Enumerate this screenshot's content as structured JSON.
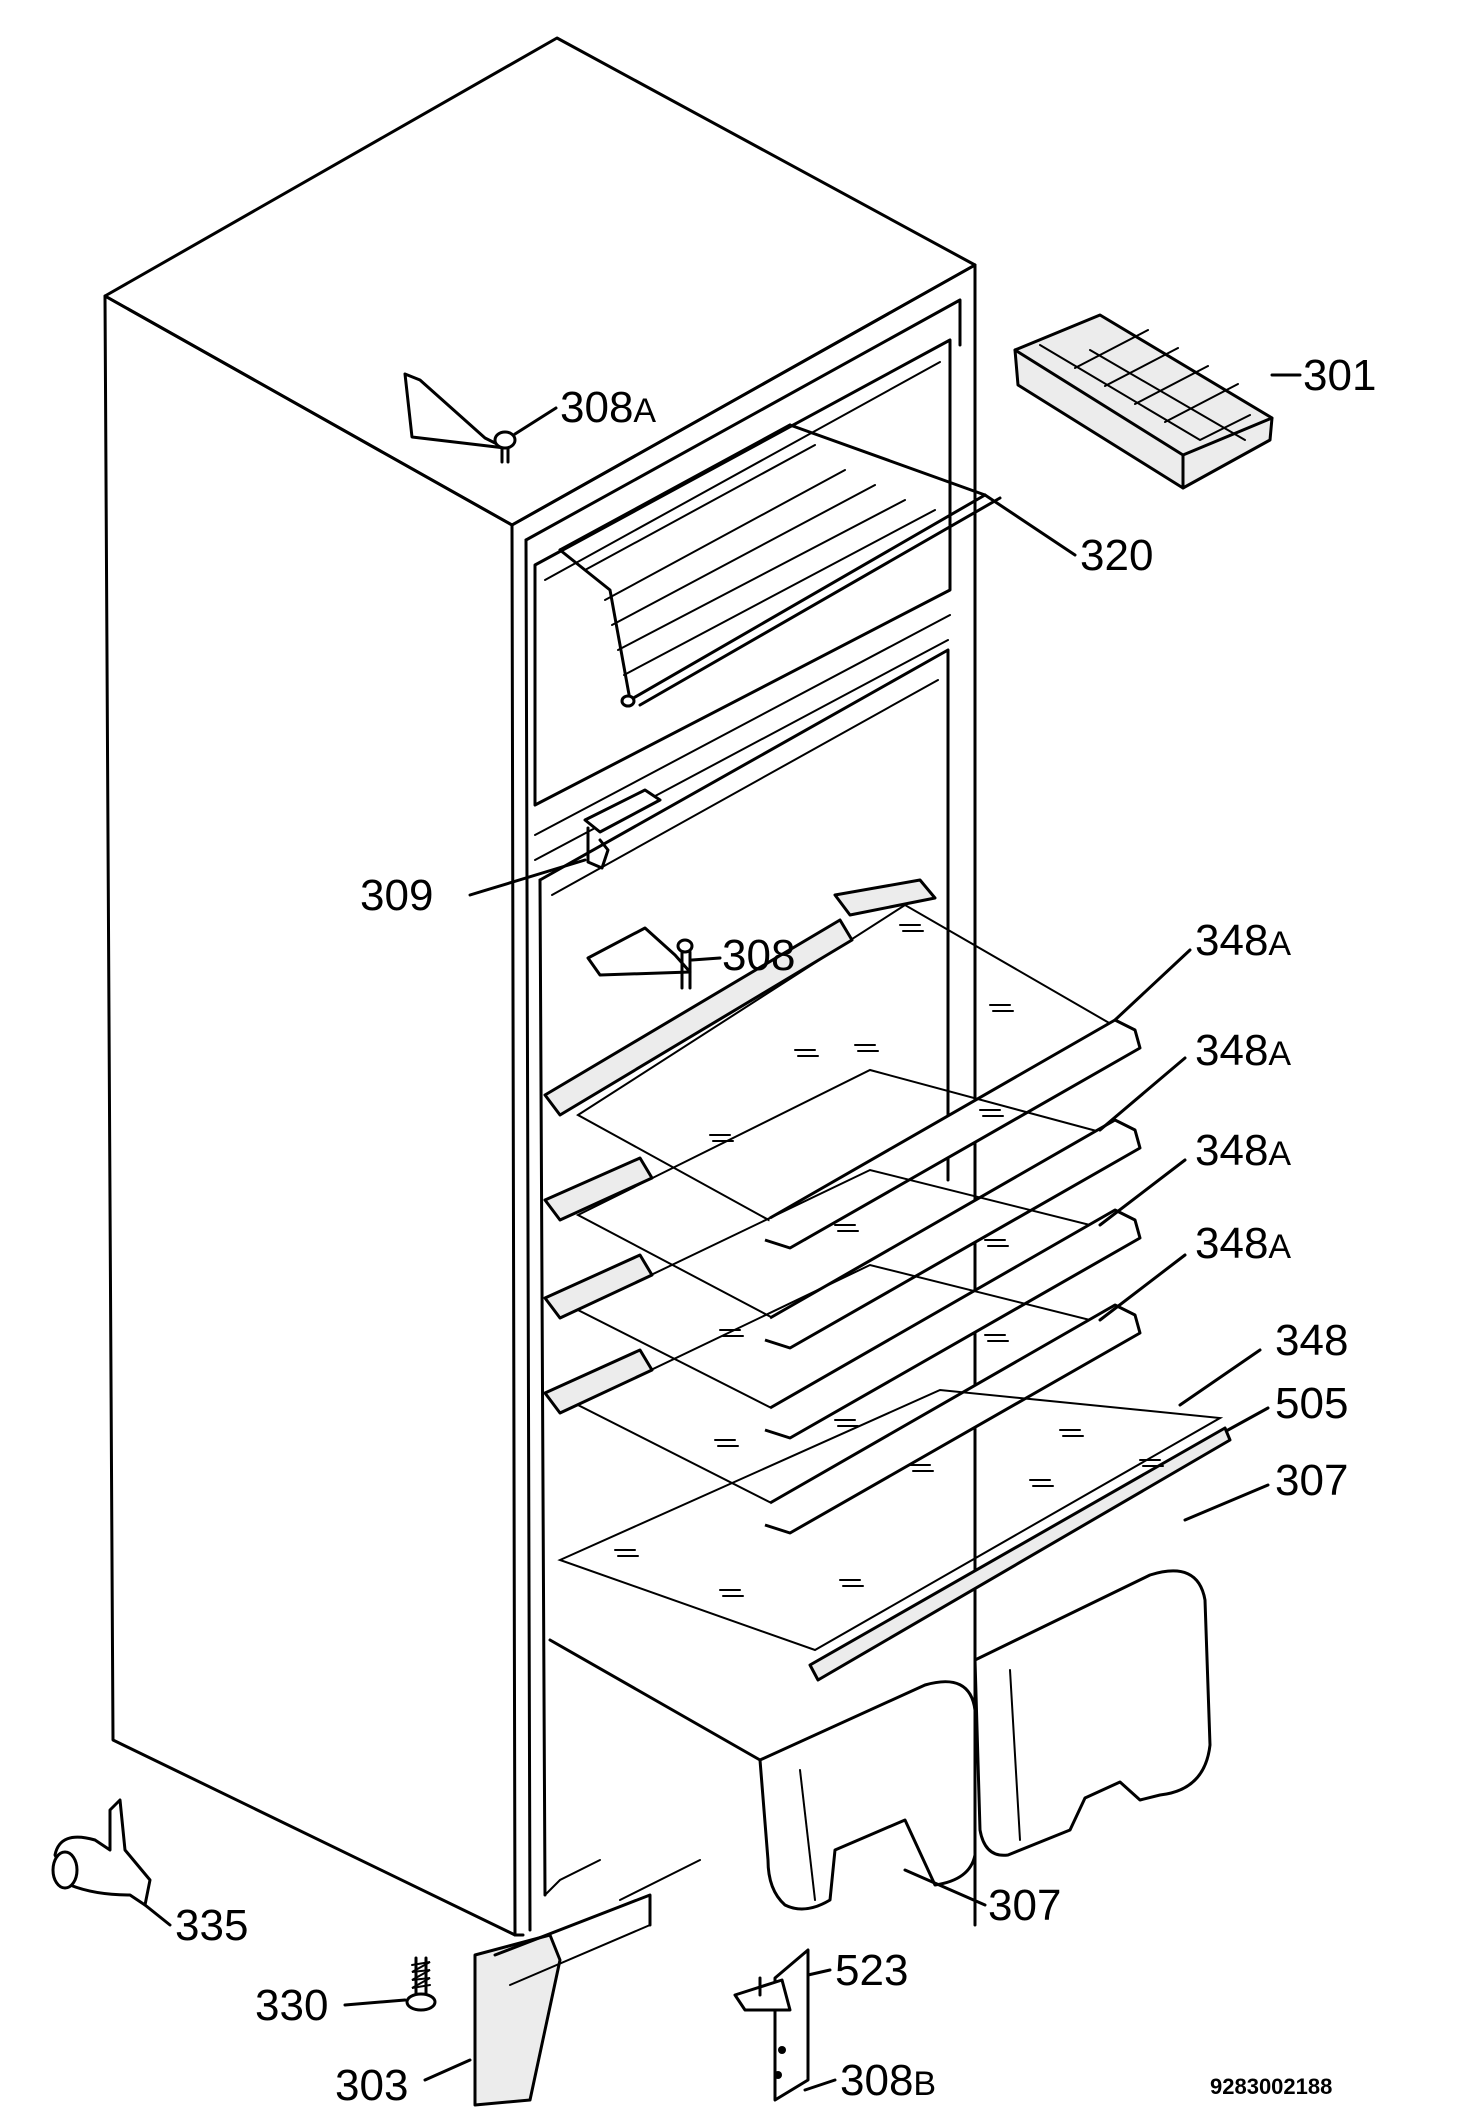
{
  "labels": {
    "l301": "301",
    "l308a_top": "308",
    "l308a_top_suffix": "A",
    "l320": "320",
    "l309": "309",
    "l308": "308",
    "l348a_1": "348",
    "l348a_1_suffix": "A",
    "l348a_2": "348",
    "l348a_2_suffix": "A",
    "l348a_3": "348",
    "l348a_3_suffix": "A",
    "l348a_4": "348",
    "l348a_4_suffix": "A",
    "l348": "348",
    "l505": "505",
    "l307_upper": "307",
    "l307_lower": "307",
    "l335": "335",
    "l523": "523",
    "l330": "330",
    "l308b": "308",
    "l308b_suffix": "B",
    "l303": "303"
  },
  "document_id": "9283002188"
}
